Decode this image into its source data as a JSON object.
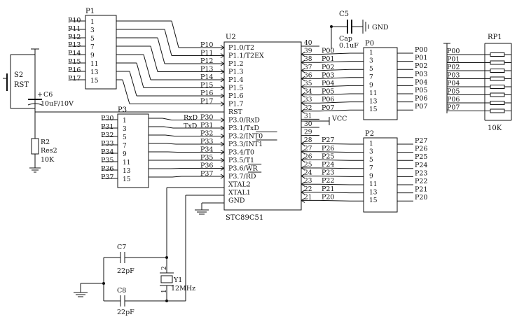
{
  "P1": {
    "ref": "P1",
    "pins": [
      "1",
      "3",
      "5",
      "7",
      "9",
      "11",
      "13",
      "15"
    ],
    "nets": [
      "P10",
      "P11",
      "P12",
      "P13",
      "P14",
      "P15",
      "P16",
      "P17"
    ]
  },
  "P3": {
    "ref": "P3",
    "pins": [
      "1",
      "3",
      "5",
      "7",
      "9",
      "11",
      "13",
      "15"
    ],
    "nets": [
      "P30",
      "P31",
      "P32",
      "P33",
      "P34",
      "P35",
      "P36",
      "P37"
    ]
  },
  "P0": {
    "ref": "P0",
    "pins": [
      "1",
      "3",
      "5",
      "7",
      "9",
      "11",
      "13",
      "15"
    ],
    "nets": [
      "P00",
      "P01",
      "P02",
      "P03",
      "P04",
      "P05",
      "P06",
      "P07"
    ]
  },
  "P2": {
    "ref": "P2",
    "pins": [
      "1",
      "3",
      "5",
      "7",
      "9",
      "11",
      "13",
      "15"
    ],
    "nets": [
      "P27",
      "P26",
      "P25",
      "P24",
      "P23",
      "P22",
      "P21",
      "P20"
    ]
  },
  "U2": {
    "ref": "U2",
    "part": "STC89C51",
    "left_nets": [
      "P10",
      "P11",
      "P12",
      "P13",
      "P14",
      "P15",
      "P16",
      "P17",
      "",
      "P30",
      "P31",
      "P32",
      "P33",
      "P34",
      "P35",
      "P36",
      "P37"
    ],
    "left_extra": [
      "RxD",
      "TxD"
    ],
    "left_pins": [
      "P1.0/T2",
      "P1.1/T2EX",
      "P1.2",
      "P1.3",
      "P1.4",
      "P1.5",
      "P1.6",
      "P1.7",
      "RST",
      "P3.0/RxD",
      "P3.1/TxD",
      "P3.2/INT0",
      "P3.3/INT1",
      "P3.4/T0",
      "P3.5/T1",
      "P3.6/WR",
      "P3.7/RD",
      "XTAL2",
      "XTAL1",
      "GND"
    ],
    "right_numbers": [
      "40",
      "39",
      "38",
      "37",
      "36",
      "35",
      "34",
      "33",
      "32",
      "31",
      "30",
      "29",
      "28",
      "27",
      "26",
      "25",
      "24",
      "23",
      "22",
      "21"
    ],
    "right_nets": [
      "",
      "P00",
      "P01",
      "P02",
      "P03",
      "P04",
      "P05",
      "P06",
      "P07",
      "VCC",
      "",
      "",
      "P27",
      "P26",
      "P25",
      "P24",
      "P23",
      "P22",
      "P21",
      "P20"
    ]
  },
  "RP1": {
    "ref": "RP1",
    "value": "10K",
    "nets": [
      "P00",
      "P01",
      "P02",
      "P03",
      "P04",
      "P05",
      "P06",
      "P07"
    ]
  },
  "C5": {
    "ref": "C5",
    "type": "Cap",
    "value": "0.1uF",
    "net": "GND"
  },
  "S2": {
    "ref": "S2",
    "label": "RST"
  },
  "C6": {
    "ref": "C6",
    "polarity": "+",
    "value": "10uF/10V"
  },
  "R2": {
    "ref": "R2",
    "type": "Res2",
    "value": "10K"
  },
  "C7": {
    "ref": "C7",
    "value": "22pF"
  },
  "C8": {
    "ref": "C8",
    "value": "22pF"
  },
  "Y1": {
    "ref": "Y1",
    "value": "12MHz",
    "pin_top": "2",
    "pin_bottom": "1"
  }
}
